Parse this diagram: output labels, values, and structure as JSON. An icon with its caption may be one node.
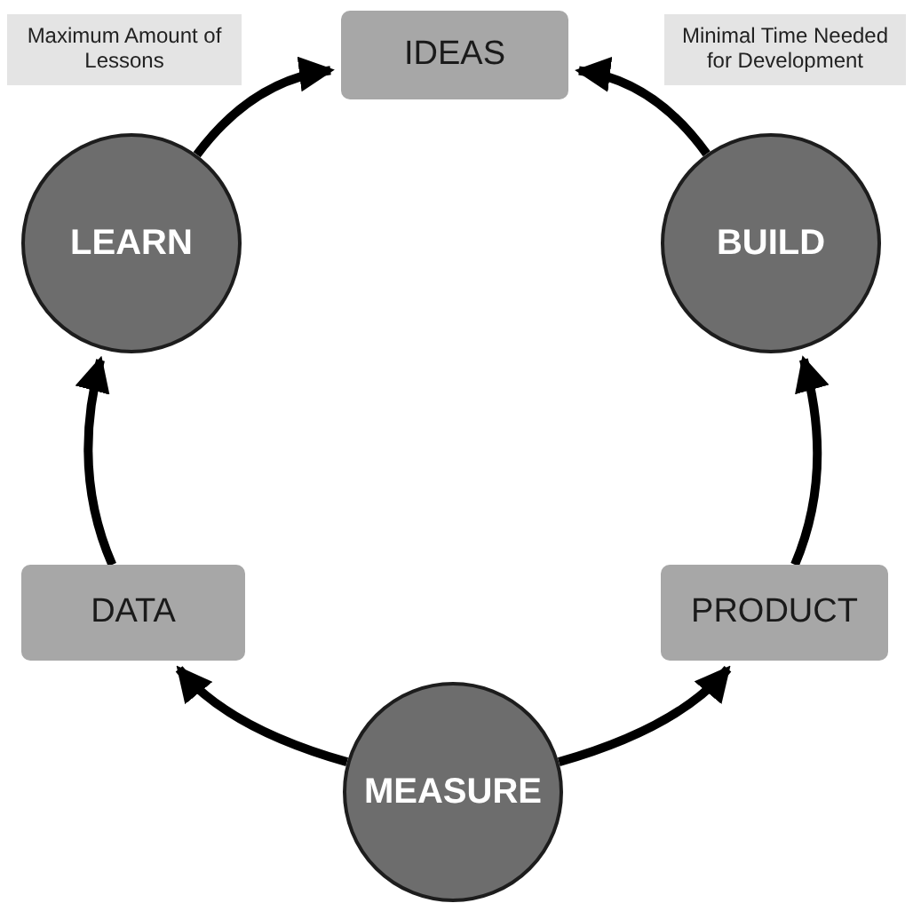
{
  "diagram": {
    "nodes": [
      {
        "text": [
          "Maximum Amount of Lessons"
        ]
      },
      {
        "text": [
          "IDEAS"
        ]
      },
      {
        "text": [
          "Minimal Time Needed for Development"
        ]
      },
      {
        "text": [
          "LEARN"
        ]
      },
      {
        "text": [
          "BUILD"
        ]
      },
      {
        "text": [
          "DATA"
        ]
      },
      {
        "text": [
          "PRODUCT"
        ]
      },
      {
        "text": [
          "MEASURE"
        ]
      }
    ],
    "edges": [
      {
        "from": 7,
        "to": 5,
        "arrow": "to"
      },
      {
        "from": 5,
        "to": 3,
        "arrow": "to"
      },
      {
        "from": 3,
        "to": 1,
        "arrow": "to"
      },
      {
        "from": 7,
        "to": 6,
        "arrow": "to"
      },
      {
        "from": 6,
        "to": 4,
        "arrow": "to"
      },
      {
        "from": 4,
        "to": 1,
        "arrow": "to"
      }
    ]
  }
}
